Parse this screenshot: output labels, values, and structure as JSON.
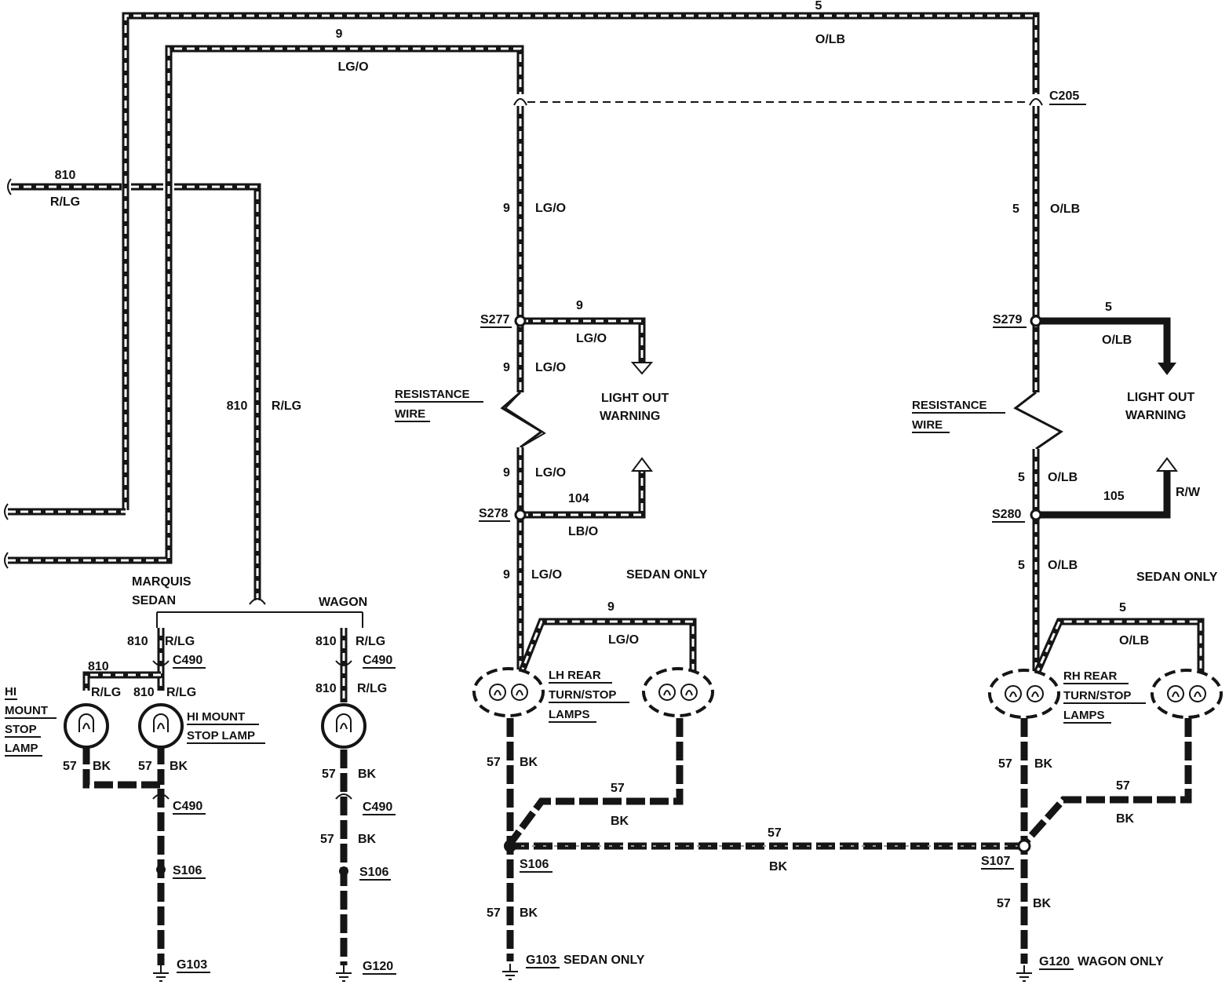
{
  "colors": {
    "ink": "#151515",
    "paper": "#ffffff"
  },
  "top": {
    "w5_circuit": "5",
    "w5_color": "O/LB",
    "w9_circuit": "9",
    "w9_color": "LG/O",
    "c205": "C205"
  },
  "left": {
    "w810_circuit": "810",
    "w810_color": "R/LG",
    "mid_circuit": "810",
    "mid_color": "R/LG",
    "marquis": "MARQUIS",
    "sedan": "SEDAN",
    "wagon": "WAGON",
    "ls_circ1": "810",
    "ls_col1": "R/LG",
    "ls_c490_top": "C490",
    "ls_side_circ": "810",
    "ls_side_col": "R/LG",
    "ls_circ2": "810",
    "ls_col2": "R/LG",
    "hi_mount_left": [
      "HI",
      "MOUNT",
      "STOP",
      "LAMP"
    ],
    "hi_mount_mid": [
      "HI MOUNT",
      "STOP LAMP"
    ],
    "ls_57a": "57",
    "ls_bka": "BK",
    "ls_57b": "57",
    "ls_bkb": "BK",
    "ls_c490_bot": "C490",
    "ls_s106": "S106",
    "ls_g103": "G103",
    "w_circ1": "810",
    "w_col1": "R/LG",
    "w_c490_top": "C490",
    "w_circ2": "810",
    "w_col2": "R/LG",
    "w_57a": "57",
    "w_bka": "BK",
    "w_c490_bot": "C490",
    "w_57b": "57",
    "w_bkb": "BK",
    "w_s106": "S106",
    "w_g120": "G120"
  },
  "middle": {
    "m_9a": "9",
    "m_lgoa": "LG/O",
    "s277": "S277",
    "s277_circ": "9",
    "s277_col": "LG/O",
    "m_9b": "9",
    "m_lgob": "LG/O",
    "resistance": "RESISTANCE",
    "wire": "WIRE",
    "light_out": "LIGHT OUT",
    "warning": "WARNING",
    "m_9c": "9",
    "m_lgoc": "LG/O",
    "s278": "S278",
    "s278_circ": "104",
    "s278_col": "LB/O",
    "m_9d": "9",
    "m_lgod": "LG/O",
    "sedan_only": "SEDAN ONLY",
    "lamp_circ": "9",
    "lamp_col": "LG/O",
    "lh_rear": [
      "LH REAR",
      "TURN/STOP",
      "LAMPS"
    ],
    "m_57a": "57",
    "m_bka": "BK",
    "m_57b": "57",
    "m_bkb": "BK",
    "s106": "S106",
    "m_57c": "57",
    "m_bkc": "BK",
    "g103": "G103",
    "g103_note": "SEDAN ONLY",
    "bus_57": "57",
    "bus_bk": "BK"
  },
  "right": {
    "r_5a": "5",
    "r_olba": "O/LB",
    "s279": "S279",
    "s279_circ": "5",
    "s279_col": "O/LB",
    "resistance": "RESISTANCE",
    "wire": "WIRE",
    "light_out": "LIGHT OUT",
    "warning": "WARNING",
    "r_5b": "5",
    "r_olbb": "O/LB",
    "s280": "S280",
    "s280_circ": "105",
    "s280_col": "R/W",
    "r_5c": "5",
    "r_olbc": "O/LB",
    "sedan_only": "SEDAN ONLY",
    "lamp_circ": "5",
    "lamp_col": "O/LB",
    "rh_rear": [
      "RH REAR",
      "TURN/STOP",
      "LAMPS"
    ],
    "r_57a": "57",
    "r_bka": "BK",
    "r_57b": "57",
    "r_bkb": "BK",
    "s107": "S107",
    "r_57c": "57",
    "r_bkc": "BK",
    "g120": "G120",
    "g120_note": "WAGON ONLY"
  }
}
